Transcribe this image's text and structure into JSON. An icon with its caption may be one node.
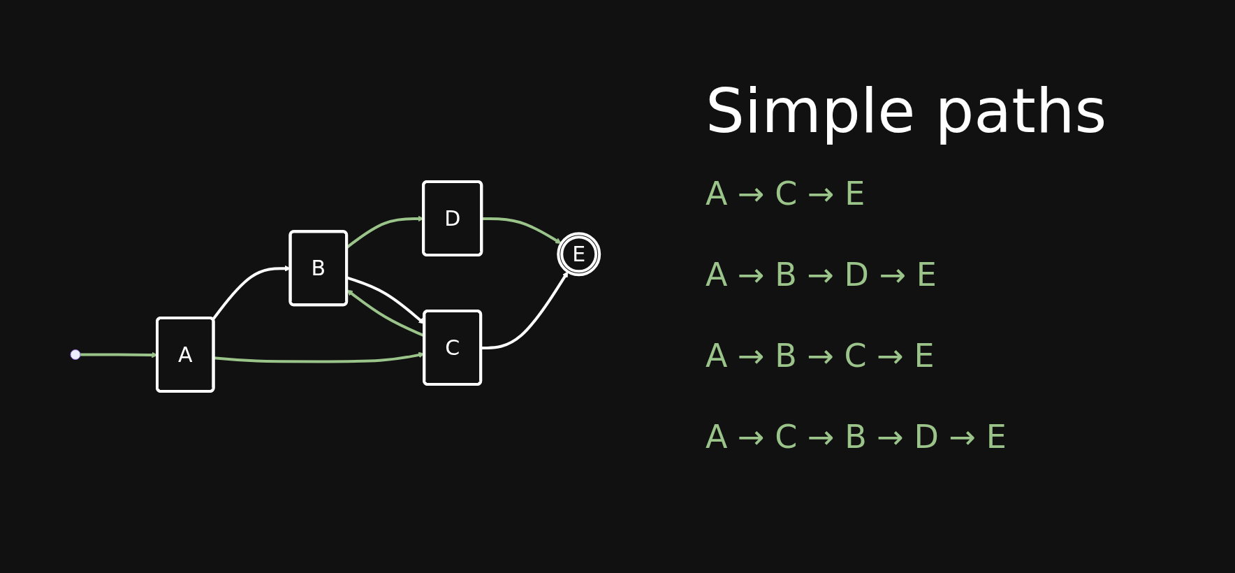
{
  "diagram": {
    "title": "Simple paths",
    "nodes": [
      {
        "text": [],
        "shape": "circle"
      },
      {
        "text": [
          "A"
        ]
      },
      {
        "text": [
          "B"
        ]
      },
      {
        "text": [
          "C"
        ]
      },
      {
        "text": [
          "D"
        ]
      },
      {
        "text": [
          "E"
        ]
      }
    ],
    "edges": [
      {
        "from": 0,
        "to": 1,
        "arrow": "to"
      },
      {
        "from": 1,
        "to": 2,
        "arrow": "to",
        "color": "#ffffff"
      },
      {
        "from": 1,
        "to": 3,
        "arrow": "to"
      },
      {
        "from": 2,
        "to": 4,
        "arrow": "to"
      },
      {
        "from": 2,
        "to": 3,
        "arrow": "to",
        "color": "#ffffff"
      },
      {
        "from": 3,
        "to": 2,
        "arrow": "to"
      },
      {
        "from": 4,
        "to": 5,
        "arrow": "to"
      },
      {
        "from": 3,
        "to": 5,
        "arrow": "to",
        "color": "#ffffff"
      }
    ],
    "labels": [
      "A → C → E",
      "A → B → D → E",
      "A → B → C → E",
      "A → C → B → D → E"
    ]
  }
}
